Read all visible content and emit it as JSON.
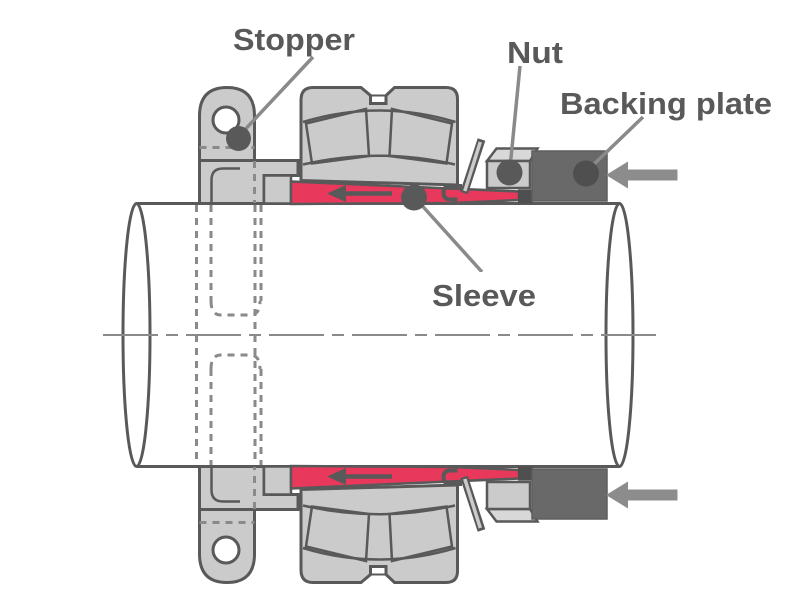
{
  "diagram": {
    "type": "bearing-mounting-cross-section",
    "labels": {
      "stopper": "Stopper",
      "nut": "Nut",
      "backing_plate": "Backing plate",
      "sleeve": "Sleeve"
    },
    "colors": {
      "outline": "#595959",
      "part_fill": "#cbcbcb",
      "part_fill_light": "#d8d8d8",
      "sleeve_red": "#e8395c",
      "backing_plate_fill": "#696969",
      "dark_block": "#4f4f4f",
      "arrow_gray": "#8c8c8c",
      "leader_gray": "#8a8a8a",
      "label_text": "#595959",
      "hole_fill": "#ffffff"
    },
    "icons": {
      "sleeve_drive_arrow": "arrow-left",
      "axial_push_arrow": "arrow-left"
    }
  }
}
